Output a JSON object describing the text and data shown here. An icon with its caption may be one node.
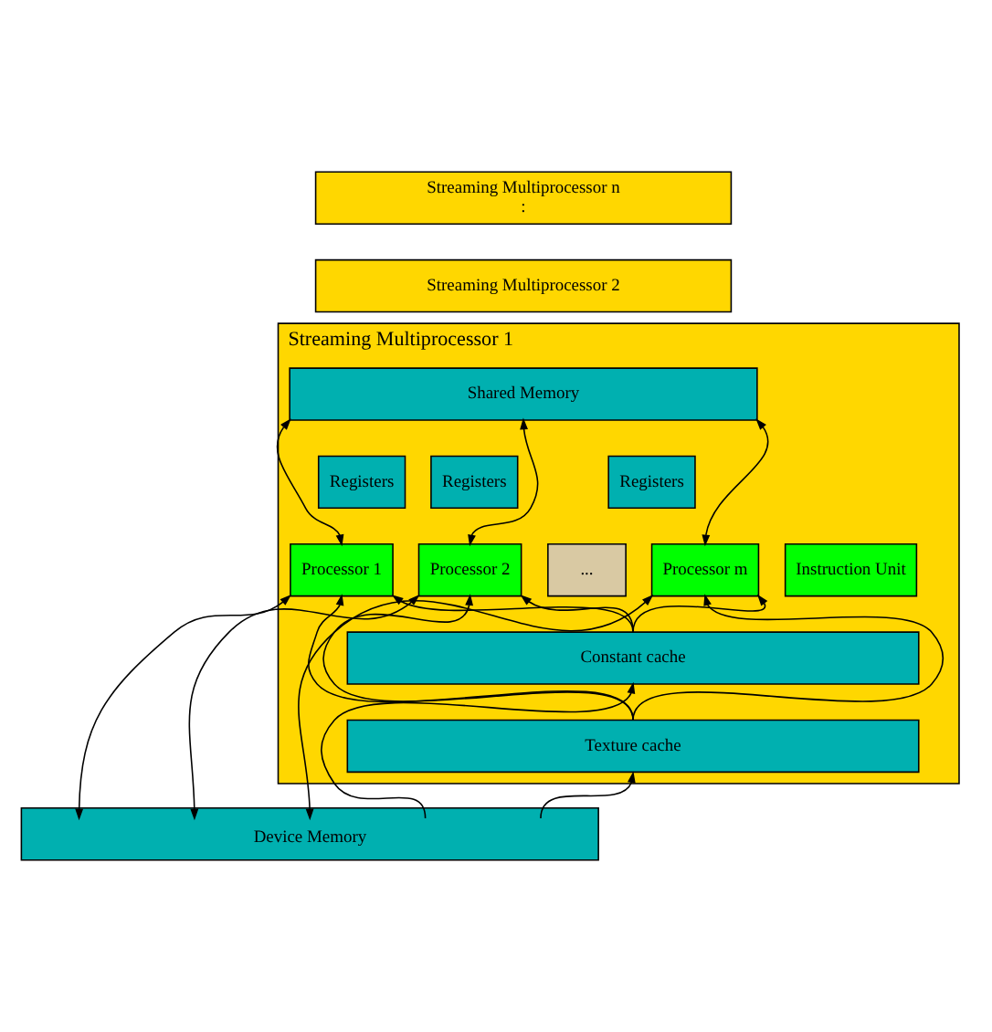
{
  "diagram": {
    "nodes": [
      {
        "text": [
          "Streaming Multiprocessor n",
          ":"
        ]
      },
      {
        "text": [
          "Streaming Multiprocessor 2"
        ]
      },
      {
        "text": [
          "Streaming Multiprocessor 1"
        ]
      },
      {
        "text": [
          "Shared Memory"
        ],
        "in": 2
      },
      {
        "text": [
          "Registers"
        ],
        "in": 2
      },
      {
        "text": [
          "Registers"
        ],
        "in": 2
      },
      {
        "text": [
          "Registers"
        ],
        "in": 2
      },
      {
        "text": [
          "Processor 1"
        ],
        "in": 2
      },
      {
        "text": [
          "Processor 2"
        ],
        "in": 2
      },
      {
        "text": [
          "..."
        ],
        "in": 2
      },
      {
        "text": [
          "Processor m"
        ],
        "in": 2
      },
      {
        "text": [
          "Instruction Unit"
        ],
        "in": 2
      },
      {
        "text": [
          "Constant cache"
        ],
        "in": 2
      },
      {
        "text": [
          "Texture cache"
        ],
        "in": 2
      },
      {
        "text": [
          "Device Memory"
        ]
      }
    ],
    "edges": [
      {
        "from": 3,
        "to": 7,
        "arrow": "both"
      },
      {
        "from": 3,
        "to": 8,
        "arrow": "both"
      },
      {
        "from": 3,
        "to": 10,
        "arrow": "both"
      },
      {
        "from": 14,
        "to": 7,
        "arrow": "both"
      },
      {
        "from": 14,
        "to": 8,
        "arrow": "both"
      },
      {
        "from": 14,
        "to": 10,
        "arrow": "both"
      },
      {
        "from": 13,
        "to": 7,
        "arrow": "to"
      },
      {
        "from": 13,
        "to": 8,
        "arrow": "to"
      },
      {
        "from": 13,
        "to": 10,
        "arrow": "to"
      },
      {
        "from": 12,
        "to": 7,
        "arrow": "to"
      },
      {
        "from": 12,
        "to": 8,
        "arrow": "to"
      },
      {
        "from": 12,
        "to": 10,
        "arrow": "to"
      },
      {
        "from": 14,
        "to": 12,
        "arrow": "to"
      },
      {
        "from": 14,
        "to": 13,
        "arrow": "to"
      }
    ]
  }
}
